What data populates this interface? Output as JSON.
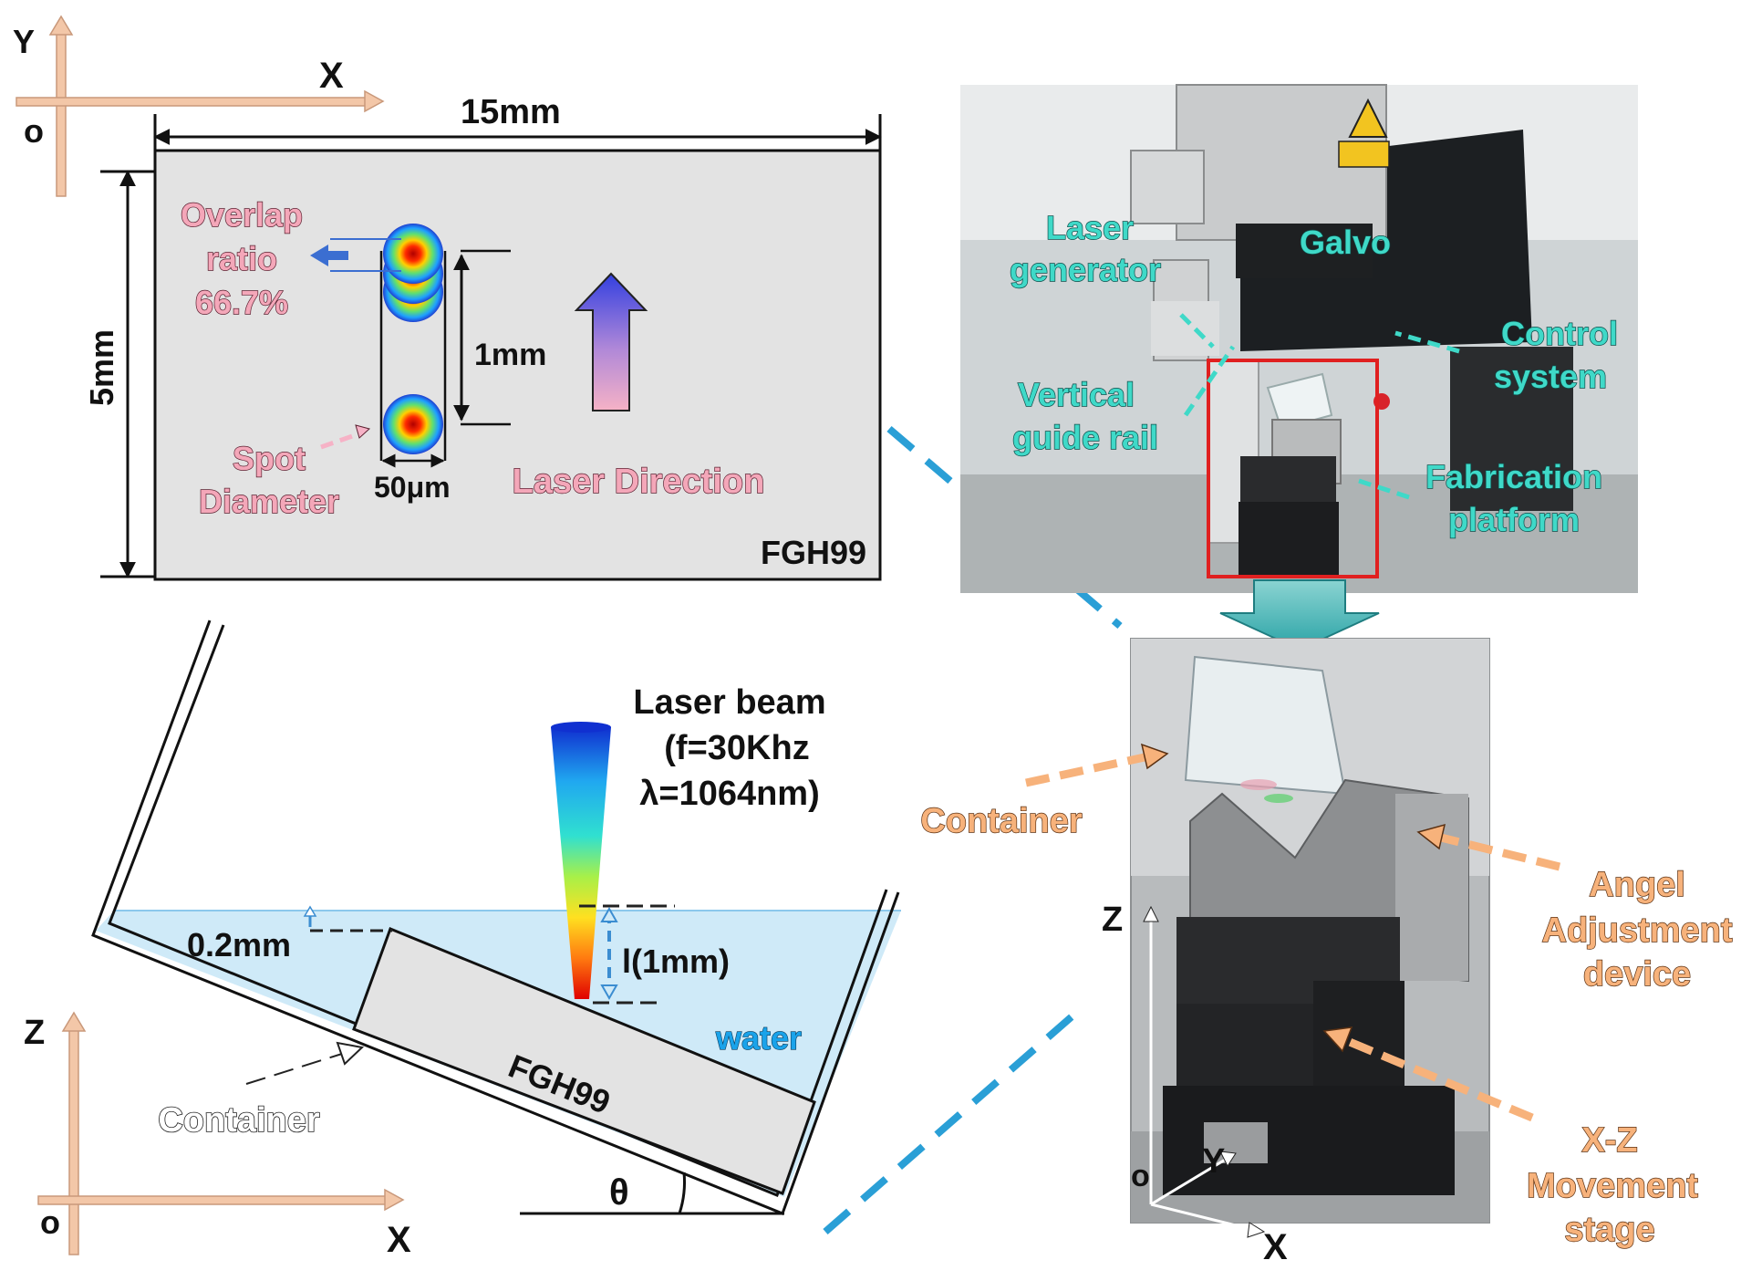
{
  "top_panel": {
    "axis_y": "Y",
    "axis_x": "X",
    "origin": "o",
    "width_label": "15mm",
    "height_label": "5mm",
    "overlap_label_1": "Overlap",
    "overlap_label_2": "ratio",
    "overlap_value": "66.7%",
    "spacing_label": "1mm",
    "spot_label_1": "Spot",
    "spot_label_2": "Diameter",
    "spot_value": "50μm",
    "direction_label": "Laser Direction",
    "material": "FGH99"
  },
  "bottom_panel": {
    "axis_z": "Z",
    "axis_x": "X",
    "origin": "o",
    "beam_label_1": "Laser beam",
    "beam_label_2": "(f=30Khz",
    "beam_label_3": "λ=1064nm)",
    "depth_label": "0.2mm",
    "distance_label": "l(1mm)",
    "water_label": "water",
    "container_label": "Container",
    "material": "FGH99",
    "angle_label": "θ"
  },
  "photo_top": {
    "labels": {
      "laser_1": "Laser",
      "laser_2": "generator",
      "galvo": "Galvo",
      "control_1": "Control",
      "control_2": "system",
      "rail_1": "Vertical",
      "rail_2": "guide rail",
      "platform_1": "Fabrication",
      "platform_2": "platform"
    }
  },
  "photo_bottom": {
    "labels": {
      "container": "Container",
      "angel_1": "Angel",
      "angel_2": "Adjustment",
      "angel_3": "device",
      "stage_1": "X-Z",
      "stage_2": "Movement",
      "stage_3": "stage"
    },
    "axis_z": "Z",
    "axis_y": "Y",
    "axis_x": "X",
    "origin": "o"
  },
  "colors": {
    "teal_label": "#3fd9c8",
    "pink_label": "#f4a7b9",
    "orange_label": "#f7b27b",
    "water": "#cfeaf8",
    "axis_arrow": "#f3c7a8",
    "dash_blue": "#2a9fd6",
    "highlight_box": "#e02020"
  }
}
